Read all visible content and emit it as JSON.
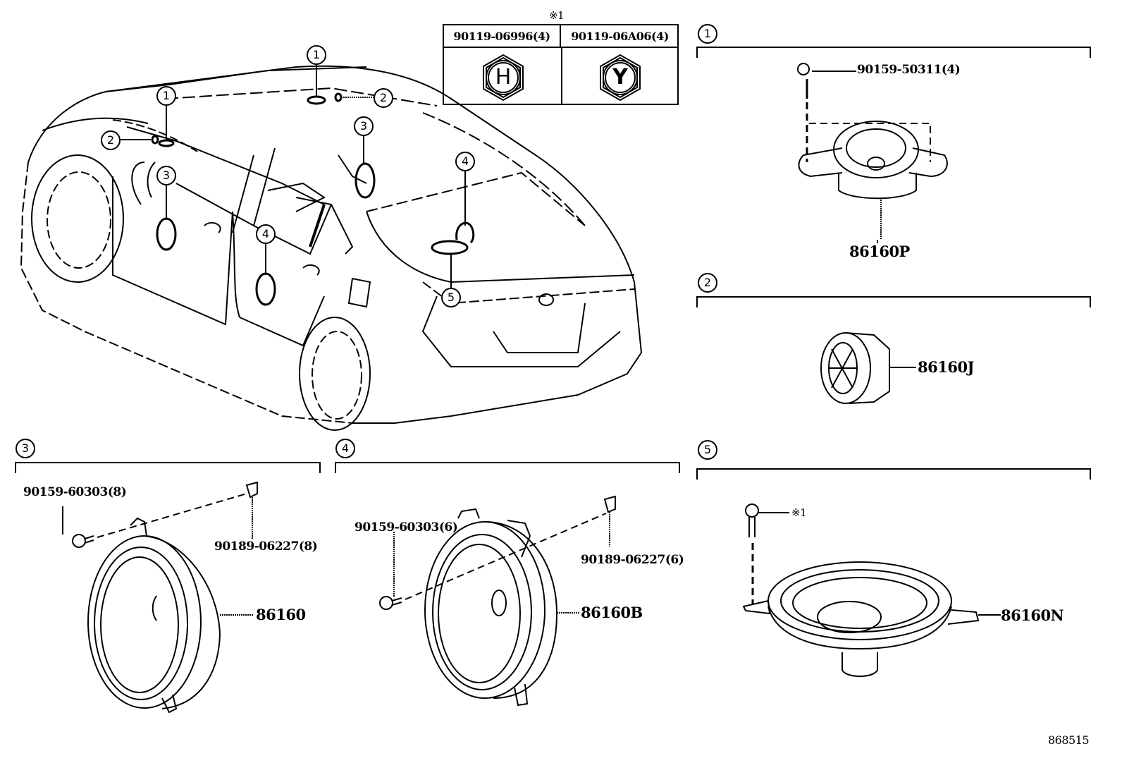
{
  "diagram": {
    "title_note": "※1",
    "reference_number": "868515",
    "legend": {
      "note_mark": "※1",
      "columns": [
        {
          "part_number": "90119-06996(4)",
          "icon": "hex-bolt-H-mark-icon",
          "mark": "H"
        },
        {
          "part_number": "90119-06A06(4)",
          "icon": "hex-bolt-Y-mark-icon",
          "mark": "Y"
        }
      ]
    },
    "vehicle_callouts": [
      {
        "id": "1",
        "label": "1",
        "location": "front dash tweeter (left)"
      },
      {
        "id": "1",
        "label": "1",
        "location": "front dash tweeter (right)"
      },
      {
        "id": "2",
        "label": "2",
        "location": "dash small speaker (left)"
      },
      {
        "id": "2",
        "label": "2",
        "location": "dash small speaker (right)"
      },
      {
        "id": "3",
        "label": "3",
        "location": "front door speaker (left)"
      },
      {
        "id": "3",
        "label": "3",
        "location": "front door speaker (right)"
      },
      {
        "id": "4",
        "label": "4",
        "location": "rear door speaker (left)"
      },
      {
        "id": "4",
        "label": "4",
        "location": "rear door speaker (right)"
      },
      {
        "id": "5",
        "label": "5",
        "location": "rear package tray speaker"
      }
    ],
    "sections": [
      {
        "id": "1",
        "label": "1",
        "parts": [
          {
            "part_number": "90159-50311(4)",
            "type": "screw"
          },
          {
            "part_number": "86160P",
            "type": "speaker"
          }
        ]
      },
      {
        "id": "2",
        "label": "2",
        "parts": [
          {
            "part_number": "86160J",
            "type": "speaker"
          }
        ]
      },
      {
        "id": "3",
        "label": "3",
        "parts": [
          {
            "part_number": "90159-60303(8)",
            "type": "screw"
          },
          {
            "part_number": "90189-06227(8)",
            "type": "clip"
          },
          {
            "part_number": "86160",
            "type": "speaker"
          }
        ]
      },
      {
        "id": "4",
        "label": "4",
        "parts": [
          {
            "part_number": "90159-60303(6)",
            "type": "screw"
          },
          {
            "part_number": "90189-06227(6)",
            "type": "clip"
          },
          {
            "part_number": "86160B",
            "type": "speaker"
          }
        ]
      },
      {
        "id": "5",
        "label": "5",
        "parts": [
          {
            "part_number": "※1",
            "type": "bolt-reference"
          },
          {
            "part_number": "86160N",
            "type": "speaker"
          }
        ]
      }
    ]
  }
}
